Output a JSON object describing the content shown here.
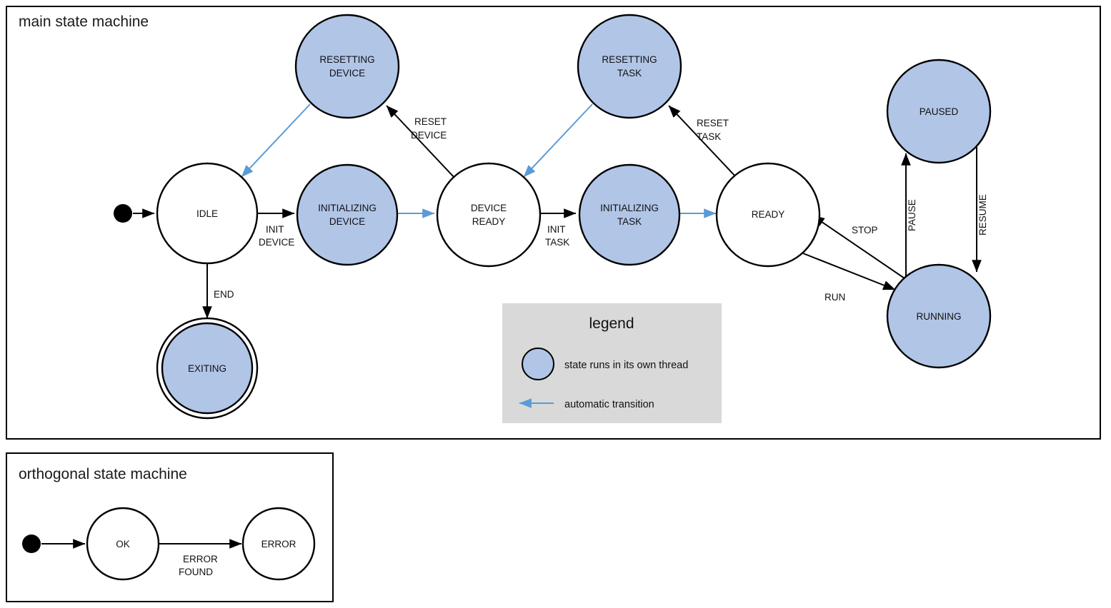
{
  "diagram": {
    "type": "state-machine",
    "colors": {
      "thread_state_fill": "#b1c5e7",
      "plain_state_fill": "#ffffff",
      "stroke": "#000000",
      "automatic_transition": "#5b9bd5",
      "legend_background": "#d9d9d9"
    }
  },
  "main_panel": {
    "title": "main state machine",
    "states": [
      {
        "id": "idle",
        "label_line1": "IDLE",
        "label_line2": "",
        "thread": false,
        "final": false
      },
      {
        "id": "initializing-device",
        "label_line1": "INITIALIZING",
        "label_line2": "DEVICE",
        "thread": true,
        "final": false
      },
      {
        "id": "resetting-device",
        "label_line1": "RESETTING",
        "label_line2": "DEVICE",
        "thread": true,
        "final": false
      },
      {
        "id": "device-ready",
        "label_line1": "DEVICE",
        "label_line2": "READY",
        "thread": false,
        "final": false
      },
      {
        "id": "initializing-task",
        "label_line1": "INITIALIZING",
        "label_line2": "TASK",
        "thread": true,
        "final": false
      },
      {
        "id": "resetting-task",
        "label_line1": "RESETTING",
        "label_line2": "TASK",
        "thread": true,
        "final": false
      },
      {
        "id": "ready",
        "label_line1": "READY",
        "label_line2": "",
        "thread": false,
        "final": false
      },
      {
        "id": "paused",
        "label_line1": "PAUSED",
        "label_line2": "",
        "thread": true,
        "final": false
      },
      {
        "id": "running",
        "label_line1": "RUNNING",
        "label_line2": "",
        "thread": true,
        "final": false
      },
      {
        "id": "exiting",
        "label_line1": "EXITING",
        "label_line2": "",
        "thread": true,
        "final": true
      }
    ],
    "transitions": [
      {
        "id": "start-to-idle",
        "from": "initial",
        "to": "idle",
        "label_line1": "",
        "label_line2": "",
        "automatic": false
      },
      {
        "id": "idle-to-initializing-device",
        "from": "idle",
        "to": "initializing-device",
        "label_line1": "INIT",
        "label_line2": "DEVICE",
        "automatic": false
      },
      {
        "id": "initializing-device-to-device-ready",
        "from": "initializing-device",
        "to": "device-ready",
        "label_line1": "",
        "label_line2": "",
        "automatic": true
      },
      {
        "id": "device-ready-to-resetting-device",
        "from": "device-ready",
        "to": "resetting-device",
        "label_line1": "RESET",
        "label_line2": "DEVICE",
        "automatic": false
      },
      {
        "id": "resetting-device-to-idle",
        "from": "resetting-device",
        "to": "idle",
        "label_line1": "",
        "label_line2": "",
        "automatic": true
      },
      {
        "id": "device-ready-to-initializing-task",
        "from": "device-ready",
        "to": "initializing-task",
        "label_line1": "INIT",
        "label_line2": "TASK",
        "automatic": false
      },
      {
        "id": "initializing-task-to-ready",
        "from": "initializing-task",
        "to": "ready",
        "label_line1": "",
        "label_line2": "",
        "automatic": true
      },
      {
        "id": "ready-to-resetting-task",
        "from": "ready",
        "to": "resetting-task",
        "label_line1": "RESET",
        "label_line2": "TASK",
        "automatic": false
      },
      {
        "id": "resetting-task-to-device-ready",
        "from": "resetting-task",
        "to": "device-ready",
        "label_line1": "",
        "label_line2": "",
        "automatic": true
      },
      {
        "id": "ready-to-running",
        "from": "ready",
        "to": "running",
        "label_line1": "RUN",
        "label_line2": "",
        "automatic": false
      },
      {
        "id": "running-to-ready",
        "from": "running",
        "to": "ready",
        "label_line1": "STOP",
        "label_line2": "",
        "automatic": false
      },
      {
        "id": "running-to-paused",
        "from": "running",
        "to": "paused",
        "label_line1": "PAUSE",
        "label_line2": "",
        "automatic": false
      },
      {
        "id": "paused-to-running",
        "from": "paused",
        "to": "running",
        "label_line1": "RESUME",
        "label_line2": "",
        "automatic": false
      },
      {
        "id": "idle-to-exiting",
        "from": "idle",
        "to": "exiting",
        "label_line1": "END",
        "label_line2": "",
        "automatic": false
      }
    ],
    "legend": {
      "title": "legend",
      "items": [
        {
          "id": "thread-swatch",
          "icon": "filled-circle-icon",
          "text": "state runs in its own thread"
        },
        {
          "id": "auto-arrow",
          "icon": "left-arrow-icon",
          "text": "automatic transition"
        }
      ]
    }
  },
  "orthogonal_panel": {
    "title": "orthogonal state machine",
    "states": [
      {
        "id": "ok",
        "label_line1": "OK",
        "label_line2": "",
        "thread": false,
        "final": false
      },
      {
        "id": "error",
        "label_line1": "ERROR",
        "label_line2": "",
        "thread": false,
        "final": false
      }
    ],
    "transitions": [
      {
        "id": "start-to-ok",
        "from": "initial",
        "to": "ok",
        "label_line1": "",
        "label_line2": "",
        "automatic": false
      },
      {
        "id": "ok-to-error",
        "from": "ok",
        "to": "error",
        "label_line1": "ERROR",
        "label_line2": "FOUND",
        "automatic": false
      }
    ]
  }
}
